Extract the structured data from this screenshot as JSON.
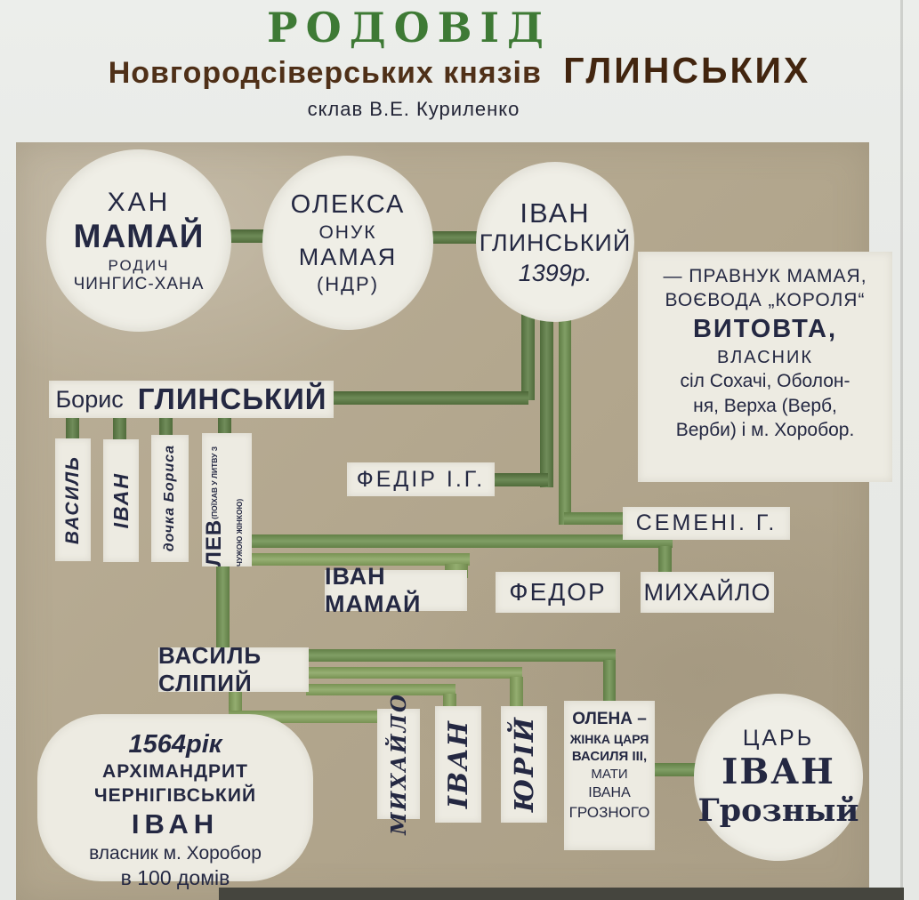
{
  "title": {
    "main": "РОДОВІД",
    "subtitle_prefix": "Новгородсіверських князів",
    "subtitle_emphasis": "ГЛИНСЬКИХ",
    "byline": "склав   В.Е. Куриленко"
  },
  "colors": {
    "wall": "#e8eae7",
    "panel": "#b3a78e",
    "label_bg": "#edebe2",
    "line_dark": "#5d7d44",
    "line_mid": "#6f9150",
    "line_light": "#85a25c",
    "title_green": "#3e7a35",
    "title_brown": "#4f3018",
    "ink": "#242842"
  },
  "nodes": {
    "khan_mamai": {
      "line1": "ХАН",
      "line2": "МАМАЙ",
      "line3": "РОДИЧ",
      "line4": "ЧИНГИС-ХАНА"
    },
    "oleksa": {
      "line1": "ОЛЕКСА",
      "line2": "ОНУК",
      "line3": "МАМАЯ",
      "line4": "(НДР)"
    },
    "ivan_hlynskyi": {
      "line1": "ІВАН",
      "line2": "ГЛИНСЬКИЙ",
      "line3": "1399р."
    },
    "vytovta_note": {
      "line1": "— ПРАВНУК МАМАЯ,",
      "line2": "ВОЄВОДА „КОРОЛЯ“",
      "line3": "ВИТОВТА,",
      "line4": "ВЛАСНИК",
      "line5": "сіл Сохачі, Оболон-",
      "line6": "ня, Верха (Верб,",
      "line7": "Верби) і м. Хоробор."
    },
    "borys": {
      "first": "Борис",
      "last": "ГЛИНСЬКИЙ"
    },
    "vasyl": "ВАСИЛЬ",
    "ivan": "ІВАН",
    "dochka_borysa": "дочка Бориса",
    "lev": {
      "name": "ЛЕВ",
      "note": "(ПОЇХАВ У ЛИТВУ З ЧУЖОЮ ЖІНКОЮ)"
    },
    "fedir": "ФЕДІР І.Г.",
    "semen": "СЕМЕНІ. Г.",
    "ivan_mamai": "ІВАН МАМАЙ",
    "fedor": "ФЕДОР",
    "mykhailo": "МИХАЙЛО",
    "vasyl_slipyi": "ВАСИЛЬ СЛІПИЙ",
    "box_1564": {
      "line1": "1564рік",
      "line2": "АРХІМАНДРИТ ЧЕРНІГІВСЬКИЙ",
      "line3": "ІВАН",
      "line4": "власник м. Хоробор",
      "line5": "в 100 домів"
    },
    "mykhailo2": "МИХАЙЛО",
    "ivan2": "ІВАН",
    "yurii": "ЮРІЙ",
    "olena": {
      "line1": "ОЛЕНА –",
      "line2": "ЖІНКА ЦАРЯ",
      "line3": "ВАСИЛЯ ІІІ,",
      "line4": "МАТИ",
      "line5": "ІВАНА",
      "line6": "ГРОЗНОГО"
    },
    "tsar": {
      "line1": "ЦАРЬ",
      "line2": "ІВАН",
      "line3": "Грозный"
    }
  }
}
